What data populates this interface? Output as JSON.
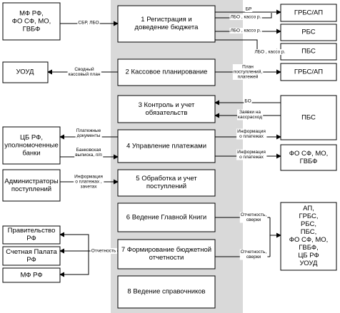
{
  "boxes": {
    "mf_fo": [
      "МФ РФ,",
      "ФО СФ, МО,",
      "ГВБФ"
    ],
    "uoud": [
      "УОУД"
    ],
    "cb_banks": [
      "ЦБ РФ,",
      "уполномоченные",
      "банки"
    ],
    "admin_post": [
      "Администраторы",
      "поступлений"
    ],
    "pravitelstvo": [
      "Правительство",
      "РФ"
    ],
    "schetnaya": [
      "Счетная Палата",
      "РФ"
    ],
    "mf_rf": [
      "МФ РФ"
    ],
    "p1": [
      "1 Регистрация и",
      "доведение бюджета"
    ],
    "p2": [
      "2 Кассовое планирование"
    ],
    "p3": [
      "3 Контроль и учет",
      "обязательств"
    ],
    "p4": [
      "4 Управление платежами"
    ],
    "p5": [
      "5 Обработка и учет",
      "поступлений"
    ],
    "p6": [
      "6 Ведение Главной Книги"
    ],
    "p7": [
      "7 Формирование бюджетной",
      "отчетности"
    ],
    "p8": [
      "8 Ведение справочников"
    ],
    "grbs_ap_1": [
      "ГРБС/АП"
    ],
    "rbs": [
      "РБС"
    ],
    "pbs_1": [
      "ПБС"
    ],
    "grbs_ap_2": [
      "ГРБС/АП"
    ],
    "pbs_2": [
      "ПБС"
    ],
    "fo_sf": [
      "ФО СФ, МО,",
      "ГВБФ"
    ],
    "all_participants": [
      "АП,",
      "ГРБС,",
      "РБС,",
      "ПБС,",
      "ФО СФ, МО,",
      "ГВБФ,",
      "ЦБ РФ",
      "УОУД"
    ]
  },
  "labels": {
    "sbr_lbo": [
      "СБР, ЛБО"
    ],
    "br": [
      "БР"
    ],
    "lbo_kassop_1": [
      "ЛБО , кассо р."
    ],
    "lbo_kassop_2": [
      "ЛБО , кассо р."
    ],
    "lbo_kassop_3": [
      "ЛБО , кассо р."
    ],
    "svodny_plan": [
      "Сводный",
      "кассовый план"
    ],
    "plan_post": [
      "План",
      "поступлений,",
      "платежей"
    ],
    "bo": [
      "БО"
    ],
    "zayavki": [
      "Заявки на",
      "кассрасход"
    ],
    "plat_docs": [
      "Платежные",
      "документы"
    ],
    "bank_vypiska": [
      "Банковская",
      "выписка, п/п"
    ],
    "info_plat_1": [
      "Информация",
      "о платежах"
    ],
    "info_plat_2": [
      "Информация",
      "о платежах"
    ],
    "info_plat_zach": [
      "Информация",
      "о платежах ,",
      "зачетах"
    ],
    "otchetnost_sverki_1": [
      "Отчетность,",
      "сверки"
    ],
    "otchetnost_sverki_2": [
      "Отчетность,",
      "сверки"
    ],
    "otchetnost": [
      "Отчетность"
    ]
  }
}
